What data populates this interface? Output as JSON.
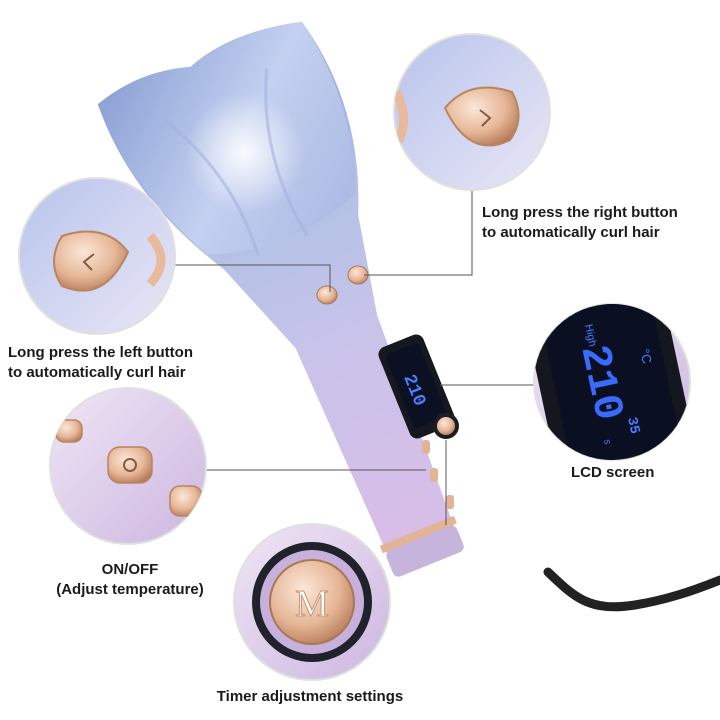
{
  "callouts": {
    "right_button": {
      "line1": "Long press the right button",
      "line2": "to automatically curl hair"
    },
    "left_button": {
      "line1": "Long press the left button",
      "line2": "to automatically curl hair"
    },
    "lcd": {
      "label": "LCD screen"
    },
    "power": {
      "line1": "ON/OFF",
      "line2": "(Adjust temperature)"
    },
    "timer": {
      "label": "Timer adjustment settings"
    }
  },
  "display": {
    "mode": "High",
    "temperature": "210",
    "unit": "°C",
    "timer": "35",
    "timer_unit": "s"
  },
  "power_button": {
    "symbol": "M"
  },
  "colors": {
    "body_top": "#9fb2dc",
    "body_mid": "#c6cdea",
    "body_bottom": "#d6bfe6",
    "lcd_text": "#3a6bff",
    "rose_gold": "#e3b496",
    "callout_line": "#555555"
  }
}
